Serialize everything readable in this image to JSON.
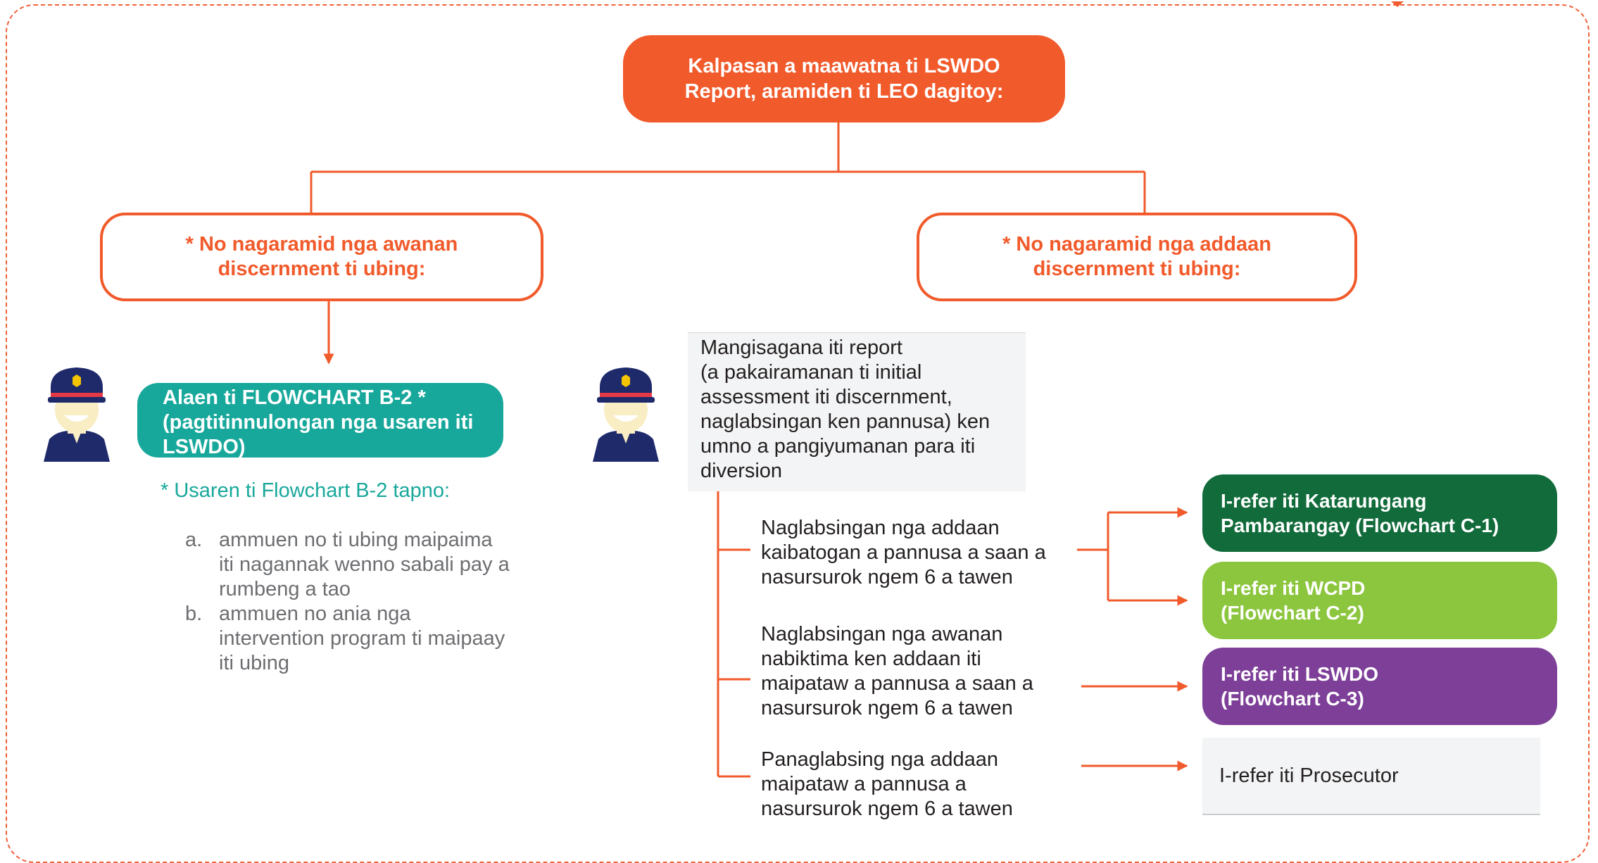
{
  "top_box": {
    "line1": "Kalpasan a maawatna ti LSWDO",
    "line2": "Report, aramiden ti LEO dagitoy:"
  },
  "left_box": {
    "line1": "* No nagaramid nga awanan",
    "line2": "discernment ti ubing:"
  },
  "right_box": {
    "line1": "* No nagaramid nga addaan",
    "line2": "discernment ti ubing:"
  },
  "flowchart_b2": {
    "line1": "Alaen ti FLOWCHART B-2 *",
    "line2": "(pagtitinnulongan nga usaren iti",
    "line3": "LSWDO)"
  },
  "usaren_heading": "* Usaren ti Flowchart B-2 tapno:",
  "usaren_items": [
    {
      "marker": "a.",
      "lines": [
        "ammuen no ti ubing maipaima",
        "iti nagannak wenno sabali pay a",
        "rumbeng a tao"
      ]
    },
    {
      "marker": "b.",
      "lines": [
        "ammuen no ania nga",
        "intervention program ti maipaay",
        "iti ubing"
      ]
    }
  ],
  "report": {
    "lines": [
      "Mangisagana iti report",
      "(a pakairamanan ti initial",
      "assessment iti discernment,",
      "naglabsingan ken pannusa) ken",
      "umno a pangiyumanan para iti",
      "diversion"
    ]
  },
  "branches": [
    {
      "lines": [
        "Naglabsingan nga addaan",
        "kaibatogan a pannusa a saan a",
        "nasursurok ngem 6 a tawen"
      ]
    },
    {
      "lines": [
        "Naglabsingan nga awanan",
        "nabiktima ken addaan iti",
        "maipataw a pannusa a saan a",
        "nasursurok ngem 6 a tawen"
      ]
    },
    {
      "lines": [
        "Panaglabsing nga addaan",
        "maipataw a pannusa a",
        "nasursurok ngem 6 a tawen"
      ]
    }
  ],
  "targets": [
    {
      "lines": [
        "I-refer iti Katarungang",
        "Pambarangay (Flowchart C-1)"
      ],
      "color": "#116b3a"
    },
    {
      "lines": [
        "I-refer iti WCPD",
        "(Flowchart C-2)"
      ],
      "color": "#8cc63f"
    },
    {
      "lines": [
        "I-refer iti LSWDO",
        "(Flowchart C-3)"
      ],
      "color": "#7d3f98"
    },
    {
      "lines": [
        "I-refer iti Prosecutor"
      ],
      "color": "#f3f4f5"
    }
  ],
  "colors": {
    "accent_orange": "#f15a2b",
    "teal": "#18a89b",
    "officer_navy": "#1f2a6b",
    "officer_face": "#f9edc4"
  },
  "icons": [
    "police-officer-icon",
    "police-officer-icon"
  ]
}
